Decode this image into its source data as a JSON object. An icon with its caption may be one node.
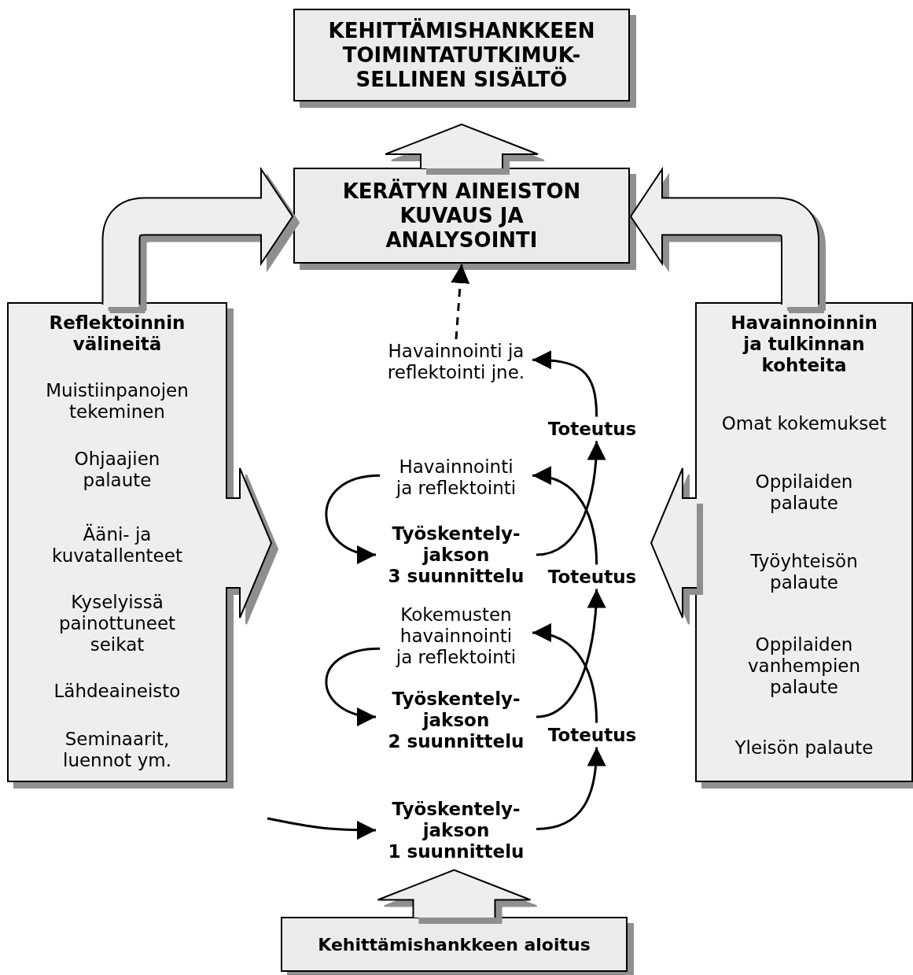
{
  "diagram": {
    "nodes": [
      {
        "text": [
          "KEHITTÄMISHANKKEEN TOIMINTATUTKIMUK- SELLINEN SISÄLTÖ"
        ]
      },
      {
        "text": [
          "KERÄTYN AINEISTON KUVAUS JA ANALYSOINTI"
        ]
      },
      {
        "text": [
          "Reflektoinnin välineitä",
          "Muistiinpanojen tekeminen",
          "Ohjaajien palaute",
          "Ääni- ja kuvatallenteet",
          "Kyselyissä painottuneet seikat",
          "Lähdeaineisto",
          "Seminaarit, luennot ym."
        ]
      },
      {
        "text": [
          "Havainnoinnin ja tulkinnan kohteita",
          "Omat kokemukset",
          "Oppilaiden palaute",
          "Työyhteisön palaute",
          "Oppilaiden vanhempien palaute",
          "Yleisön palaute"
        ]
      },
      {
        "text": [
          "Kehittämishankkeen aloitus"
        ]
      },
      {
        "text": [
          "Havainnointi ja reflektointi jne."
        ]
      },
      {
        "text": [
          "Toteutus"
        ]
      },
      {
        "text": [
          "Havainnointi ja reflektointi"
        ]
      },
      {
        "text": [
          "Työskentely- jakson 3 suunnittelu"
        ]
      },
      {
        "text": [
          "Toteutus"
        ]
      },
      {
        "text": [
          "Kokemusten havainnointi ja reflektointi"
        ]
      },
      {
        "text": [
          "Työskentely- jakson 2 suunnittelu"
        ]
      },
      {
        "text": [
          "Toteutus"
        ]
      },
      {
        "text": [
          "Työskentely- jakson 1 suunnittelu"
        ]
      }
    ],
    "edges": [
      {
        "from": 1,
        "to": 0,
        "arrow": "to",
        "style": "thick"
      },
      {
        "from": 4,
        "to": 13,
        "arrow": "to",
        "style": "thick"
      },
      {
        "from": 2,
        "to": 1,
        "arrow": "to",
        "style": "thick"
      },
      {
        "from": 3,
        "to": 1,
        "arrow": "to",
        "style": "thick"
      },
      {
        "from": 2,
        "to": null,
        "arrow": "to",
        "style": "thick"
      },
      {
        "from": 3,
        "to": null,
        "arrow": "to",
        "style": "thick"
      },
      {
        "from": null,
        "to": 13,
        "arrow": "to"
      },
      {
        "from": 13,
        "to": 12,
        "arrow": "to"
      },
      {
        "from": 12,
        "to": 10,
        "arrow": "to"
      },
      {
        "from": 10,
        "to": 11,
        "arrow": "to"
      },
      {
        "from": 11,
        "to": 9,
        "arrow": "to"
      },
      {
        "from": 9,
        "to": 7,
        "arrow": "to"
      },
      {
        "from": 7,
        "to": 8,
        "arrow": "to"
      },
      {
        "from": 8,
        "to": 6,
        "arrow": "to"
      },
      {
        "from": 6,
        "to": 5,
        "arrow": "to"
      },
      {
        "from": 5,
        "to": 1,
        "arrow": "to",
        "style": "dashed"
      }
    ]
  }
}
